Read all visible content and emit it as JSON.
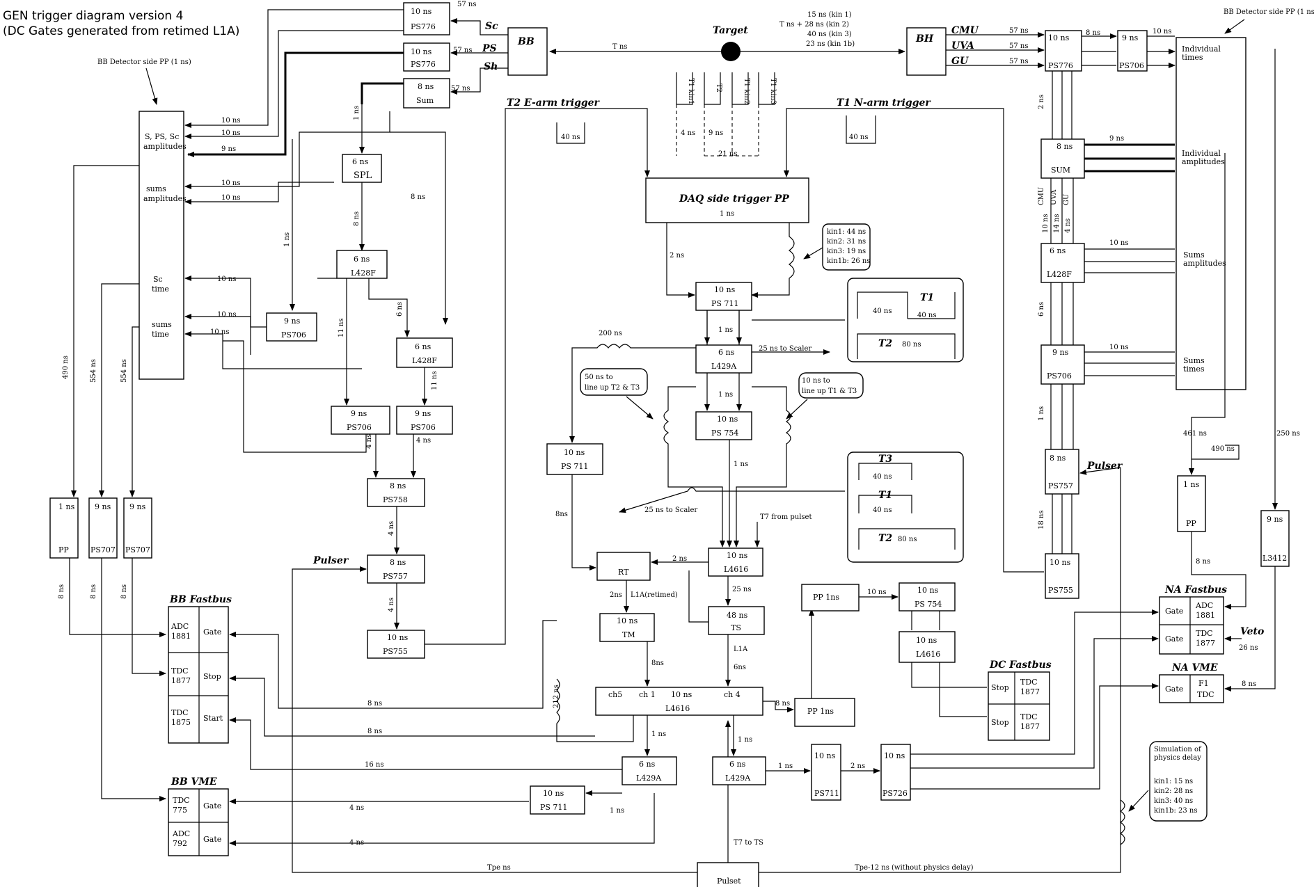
{
  "title": {
    "line1": "GEN trigger diagram version 4",
    "line2": "(DC Gates generated from retimed L1A)"
  },
  "labels": {
    "bb_detector_pp": "BB Detector side PP (1 ns)",
    "bb_detector_pp_right": "BB Detector side PP (1 ns)",
    "target": "Target",
    "t_ns": "T ns",
    "bb": "BB",
    "bh": "BH",
    "sc": "Sc",
    "ps": "PS",
    "sh": "Sh",
    "cmu": "CMU",
    "uva": "UVA",
    "gu": "GU",
    "kin_delays": [
      "15 ns (kin 1)",
      "T ns + 28 ns (kin 2)",
      "40 ns (kin 3)",
      "23 ns (kin 1b)"
    ],
    "t2_earm": "T2 E-arm trigger",
    "t1_narm": "T1 N-arm trigger",
    "daq_pp": "DAQ side trigger PP",
    "daq_pp_delay": "1 ns",
    "kin_delay_box": [
      "kin1: 44 ns",
      "kin2: 31 ns",
      "kin3: 19 ns",
      "kin1b: 26 ns"
    ],
    "to_scaler1": "25 ns to Scaler",
    "to_scaler2": "25 ns to Scaler",
    "lineup1": [
      "50 ns to",
      "line up T2 & T3"
    ],
    "lineup2": [
      "10 ns to",
      "line up T1 & T3"
    ],
    "delay200": "200 ns",
    "t7_pulset": "T7 from pulset",
    "t7_ts": "T7 to TS",
    "pulser1": "Pulser",
    "pulser2": "Pulser",
    "tpe": "Tpe ns",
    "tpe12": "Tpe-12 ns (without physics delay)",
    "pulset": "Pulset",
    "l1a_retimed": "L1A(retimed)",
    "l1a": "L1A",
    "veto": "Veto",
    "veto_delay": "26 ns",
    "sim_physics": [
      "Simulation of",
      "physics delay",
      "kin1: 15 ns",
      "kin2: 28 ns",
      "kin3: 40 ns",
      "kin1b: 23 ns"
    ],
    "bb_fastbus": "BB Fastbus",
    "bb_vme": "BB VME",
    "na_fastbus": "NA Fastbus",
    "na_vme": "NA VME",
    "dc_fastbus": "DC Fastbus",
    "t1": "T1",
    "t2": "T2",
    "t3": "T3",
    "ns40": "40 ns",
    "ns80": "80 ns"
  },
  "modules": {
    "ps776_a": [
      "10 ns",
      "PS776"
    ],
    "ps776_b": [
      "10 ns",
      "PS776"
    ],
    "sum_a": [
      "8 ns",
      "Sum"
    ],
    "spl": [
      "6 ns",
      "SPL"
    ],
    "l428f_a": [
      "6 ns",
      "L428F"
    ],
    "ps706_a": [
      "9 ns",
      "PS706"
    ],
    "l428f_b": [
      "6 ns",
      "L428F"
    ],
    "ps706_b": [
      "9 ns",
      "PS706"
    ],
    "ps706_c": [
      "9 ns",
      "PS706"
    ],
    "ps758": [
      "8 ns",
      "PS758"
    ],
    "ps757_a": [
      "8 ns",
      "PS757"
    ],
    "ps755_a": [
      "10 ns",
      "PS755"
    ],
    "pp1": [
      "1 ns",
      "PP"
    ],
    "ps707_a": [
      "9 ns",
      "PS707"
    ],
    "ps707_b": [
      "9 ns",
      "PS707"
    ],
    "ps711_a": [
      "10 ns",
      "PS 711"
    ],
    "l429a_a": [
      "6 ns",
      "L429A"
    ],
    "ps754_a": [
      "10 ns",
      "PS 754"
    ],
    "ps711_b": [
      "10 ns",
      "PS 711"
    ],
    "l4616_a": [
      "10 ns",
      "L4616"
    ],
    "rt": [
      "RT"
    ],
    "ts": [
      "48 ns",
      "TS"
    ],
    "tm": [
      "10 ns",
      "TM"
    ],
    "l4616_b": [
      "ch5",
      "ch 1",
      "10 ns",
      "ch 4",
      "L4616"
    ],
    "l429a_b": [
      "6 ns",
      "L429A"
    ],
    "ps711_c": [
      "10 ns",
      "PS 711"
    ],
    "l429a_c": [
      "6 ns",
      "L429A"
    ],
    "ps711_d": [
      "10 ns",
      "PS711"
    ],
    "ps726": [
      "10 ns",
      "PS726"
    ],
    "pp_1ns_a": [
      "PP  1ns"
    ],
    "pp_1ns_b": [
      "PP  1ns"
    ],
    "ps754_b": [
      "10 ns",
      "PS 754"
    ],
    "l4616_c": [
      "10 ns",
      "L4616"
    ],
    "ps776_c": [
      "10 ns",
      "PS776"
    ],
    "ps706_d": [
      "9 ns",
      "PS706"
    ],
    "sum_b": [
      "8 ns",
      "SUM"
    ],
    "l428f_c": [
      "6 ns",
      "L428F"
    ],
    "ps706_e": [
      "9 ns",
      "PS706"
    ],
    "ps757_b": [
      "8 ns",
      "PS757"
    ],
    "ps755_b": [
      "10 ns",
      "PS755"
    ],
    "pp2": [
      "1 ns",
      "PP"
    ],
    "l3412": [
      "9 ns",
      "L3412"
    ]
  },
  "bb_inputs": {
    "block1": [
      "S, PS, Sc",
      "amplitudes"
    ],
    "block2": [
      "sums",
      "amplitudes"
    ],
    "block3": [
      "Sc",
      "time"
    ],
    "block4": [
      "sums",
      "time"
    ]
  },
  "na_inputs": {
    "block1": [
      "Individual",
      "times"
    ],
    "block2": [
      "Individual",
      "amplitudes"
    ],
    "block3": [
      "Sums",
      "amplitudes"
    ],
    "block4": [
      "Sums",
      "times"
    ]
  },
  "crates": {
    "bb_fastbus": [
      [
        "ADC",
        "1881",
        "Gate"
      ],
      [
        "TDC",
        "1877",
        "Stop"
      ],
      [
        "TDC",
        "1875",
        "Start"
      ]
    ],
    "bb_vme": [
      [
        "TDC",
        "775",
        "Gate"
      ],
      [
        "ADC",
        "792",
        "Gate"
      ]
    ],
    "na_fastbus": [
      [
        "Gate",
        "ADC",
        "1881"
      ],
      [
        "Gate",
        "TDC",
        "1877"
      ]
    ],
    "na_vme": [
      [
        "Gate",
        "F1",
        "TDC"
      ]
    ],
    "dc_fastbus": [
      [
        "Stop",
        "TDC",
        "1877"
      ],
      [
        "Stop",
        "TDC",
        "1877"
      ]
    ]
  },
  "kin_labels": [
    "T1 kin1",
    "T2",
    "T1 kin2",
    "T1 kin3"
  ],
  "delays": {
    "d57a": "57 ns",
    "d57b": "57 ns",
    "d57c": "57 ns",
    "d57d": "57 ns",
    "d57e": "57 ns",
    "d57f": "57 ns",
    "d10a": "10 ns",
    "d10b": "10 ns",
    "d9a": "9 ns",
    "d10c": "10 ns",
    "d10d": "10 ns",
    "d10e": "10 ns",
    "d10f": "10 ns",
    "d1ns_a": "1 ns",
    "d8ns_a": "8 ns",
    "d8ns_b": "8 ns",
    "d1ns_b": "1 ns",
    "d6ns": "6 ns",
    "d11a": "11 ns",
    "d11b": "11 ns",
    "d4a": "4 ns",
    "d4b": "4 ns",
    "d4c": "4 ns",
    "d4d": "4 ns",
    "d490": "490 ns",
    "d554a": "554 ns",
    "d554b": "554 ns",
    "d8a": "8 ns",
    "d8b": "8 ns",
    "d8c": "8 ns",
    "d2ns": "2 ns",
    "d1ns_c": "1 ns",
    "d1ns_d": "1 ns",
    "d1ns_e": "1 ns",
    "d8ns_c": "8ns",
    "d2ns_b": "2 ns",
    "d25": "25 ns",
    "d2ns_c": "2ns",
    "d8ns_d": "8ns",
    "d6ns_b": "6ns",
    "d212": "212 ns",
    "d1ns_f": "1 ns",
    "d1ns_g": "1 ns",
    "d1ns_h": "1 ns",
    "d1ns_i": "1 ns",
    "d2ns_d": "2 ns",
    "d8ns_e": "8 ns",
    "d8ns_f": "8 ns",
    "d16": "16 ns",
    "d4ns_e": "4 ns",
    "d4ns_f": "4 ns",
    "d8ns_g": "8 ns",
    "d10ns_g": "10 ns",
    "d8right": "8 ns",
    "d9right": "9 ns",
    "d10r1": "10 ns",
    "d10r2": "10 ns",
    "d10r3": "10 ns",
    "d2r": "2 ns",
    "d10r": "10 ns",
    "d14r": "14 ns",
    "d4r": "4 ns",
    "d6r": "6 ns",
    "d1r": "1 ns",
    "d18r": "18 ns",
    "d461": "461 ns",
    "d490r": "490 ns",
    "d250": "250 ns",
    "d8na": "8 ns",
    "d8na2": "8 ns",
    "kin_t2": "4 ns",
    "kin_9": "9 ns",
    "kin_21": "21 ns",
    "cmu_v": "CMU",
    "uva_v": "UVA",
    "gu_v": "GU",
    "t1box40": "40 ns",
    "t1box40b": "40 ns",
    "t1box80": "80 ns",
    "t3box40": "40 ns",
    "t3box40b": "40 ns",
    "t3box80": "80 ns"
  }
}
